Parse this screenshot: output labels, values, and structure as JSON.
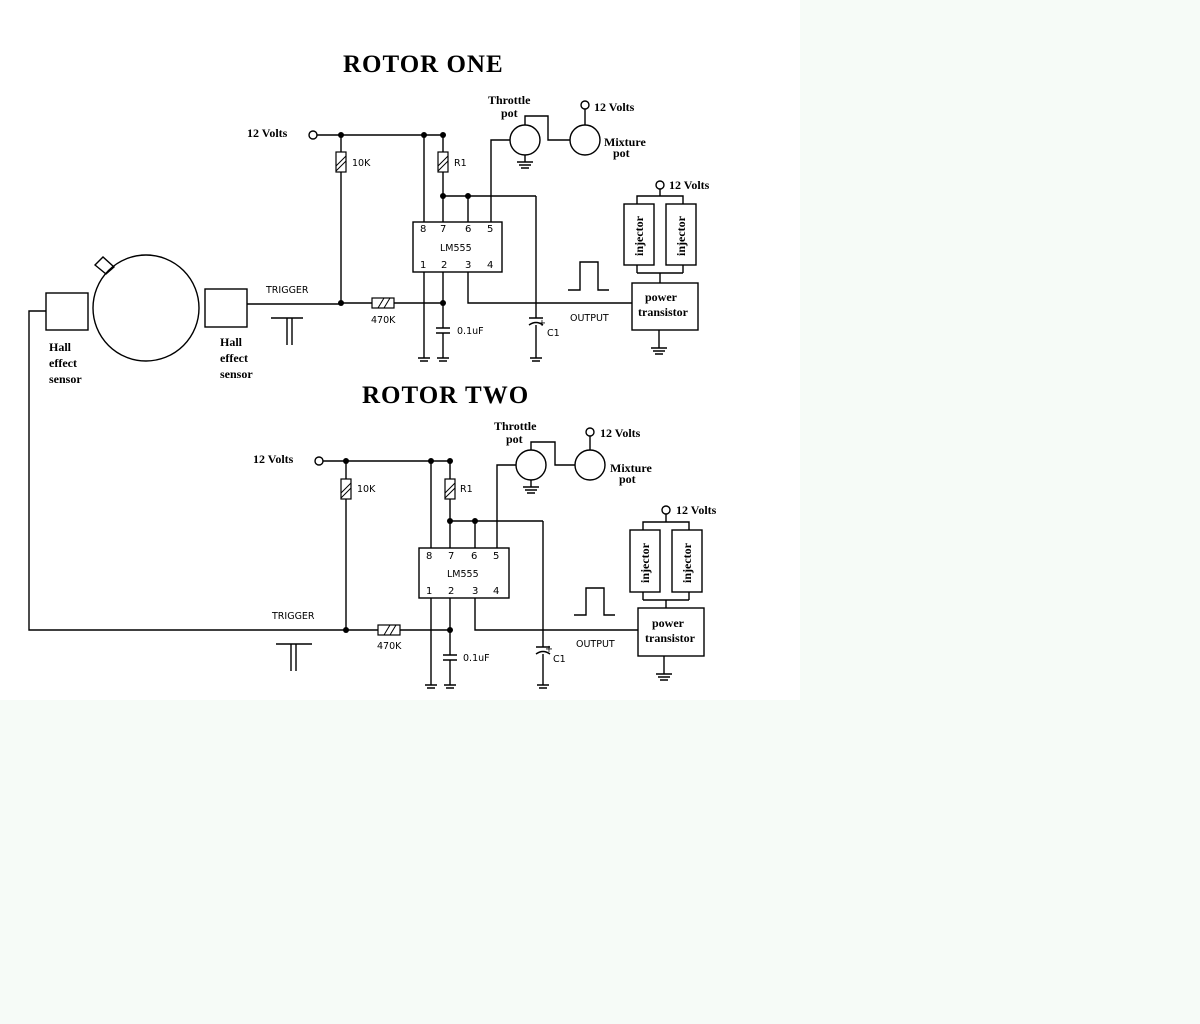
{
  "rotors": [
    {
      "title": "ROTOR  ONE",
      "supply": "12 Volts",
      "pull_up": "10K",
      "resistor": "R1",
      "ic": "LM555",
      "pins_top": [
        "8",
        "7",
        "6",
        "5"
      ],
      "pins_bottom": [
        "1",
        "2",
        "3",
        "4"
      ],
      "throttle_pot": [
        "Throttle",
        "pot"
      ],
      "mixture_pot": [
        "Mixture",
        "pot"
      ],
      "pot_supply": "12 Volts",
      "injector_supply": "12 Volts",
      "injectors": [
        "injector",
        "injector"
      ],
      "driver": [
        "power",
        "transistor"
      ],
      "trigger": "TRIGGER",
      "series_resistor": "470K",
      "cap_small": "0.1uF",
      "cap_timing": "C1",
      "cap_polarity": "+",
      "output": "OUTPUT"
    },
    {
      "title": "ROTOR  TWO",
      "supply": "12 Volts",
      "pull_up": "10K",
      "resistor": "R1",
      "ic": "LM555",
      "pins_top": [
        "8",
        "7",
        "6",
        "5"
      ],
      "pins_bottom": [
        "1",
        "2",
        "3",
        "4"
      ],
      "throttle_pot": [
        "Throttle",
        "pot"
      ],
      "mixture_pot": [
        "Mixture",
        "pot"
      ],
      "pot_supply": "12 Volts",
      "injector_supply": "12 Volts",
      "injectors": [
        "injector",
        "injector"
      ],
      "driver": [
        "power",
        "transistor"
      ],
      "trigger": "TRIGGER",
      "series_resistor": "470K",
      "cap_small": "0.1uF",
      "cap_timing": "C1",
      "cap_polarity": "+",
      "output": "OUTPUT"
    }
  ],
  "sensor_left": [
    "Hall",
    "effect",
    "sensor"
  ],
  "sensor_right": [
    "Hall",
    "effect",
    "sensor"
  ]
}
